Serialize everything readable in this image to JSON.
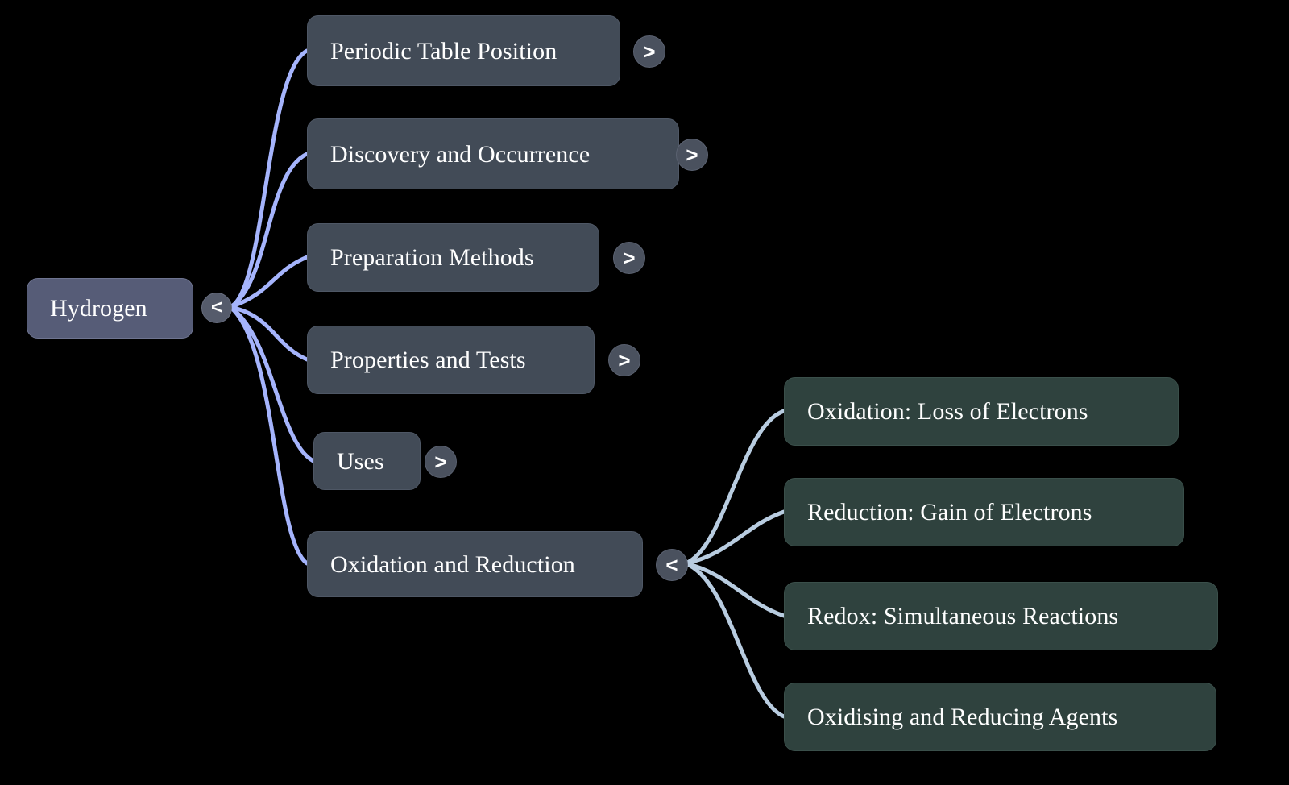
{
  "diagram": {
    "type": "mindmap",
    "background_color": "#000000",
    "title": "Hydrogen",
    "root": {
      "label": "Hydrogen",
      "fill": "#565c77",
      "toggle": "<",
      "expanded": true
    },
    "branch_fill": "#424b57",
    "leaf_fill": "#2f423e",
    "edge_color_level1": "#a5b4fc",
    "edge_color_level2": "#b8cce0",
    "branches": [
      {
        "label": "Periodic Table Position",
        "toggle": ">",
        "expanded": false,
        "children": []
      },
      {
        "label": "Discovery and Occurrence",
        "toggle": ">",
        "expanded": false,
        "children": []
      },
      {
        "label": "Preparation Methods",
        "toggle": ">",
        "expanded": false,
        "children": []
      },
      {
        "label": "Properties and Tests",
        "toggle": ">",
        "expanded": false,
        "children": []
      },
      {
        "label": "Uses",
        "toggle": ">",
        "expanded": false,
        "children": []
      },
      {
        "label": "Oxidation and Reduction",
        "toggle": "<",
        "expanded": true,
        "children": [
          {
            "label": "Oxidation: Loss of Electrons"
          },
          {
            "label": "Reduction: Gain of Electrons"
          },
          {
            "label": "Redox: Simultaneous Reactions"
          },
          {
            "label": "Oxidising and Reducing Agents"
          }
        ]
      }
    ]
  }
}
